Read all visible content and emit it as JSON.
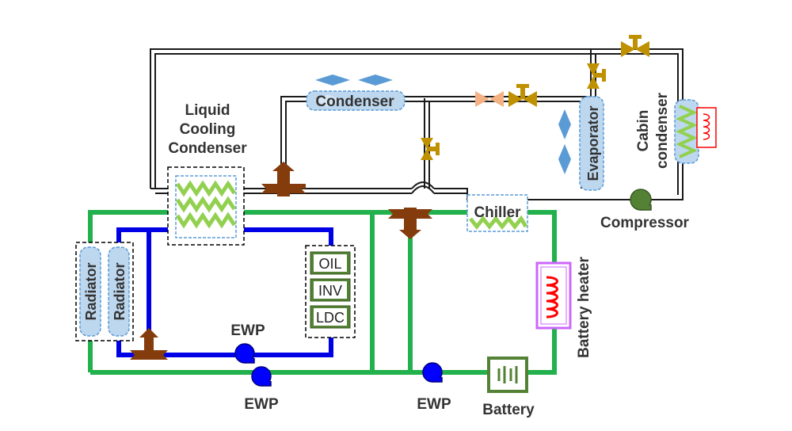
{
  "labels": {
    "liquid_cooling_condenser": [
      "Liquid",
      "Cooling",
      "Condenser"
    ],
    "condenser": "Condenser",
    "evaporator": "Evaporator",
    "cabin_condenser": [
      "Cabin",
      "condenser"
    ],
    "compressor": "Compressor",
    "chiller": "Chiller",
    "radiator_1": "Radiator",
    "radiator_2": "Radiator",
    "oil": "OIL",
    "inv": "INV",
    "ldc": "LDC",
    "ewp_top": "EWP",
    "ewp_bottom": "EWP",
    "ewp_right": "EWP",
    "battery": "Battery",
    "battery_heater": "Battery heater"
  },
  "colors": {
    "refrigerant": "#1a1a1a",
    "coolant_green": "#22b14c",
    "coolant_blue": "#0000e6",
    "zigzag": "#92d050",
    "box_fill": "#bdd7ee",
    "three_way_valve": "#843c0c",
    "expansion_valve": "#bf9000",
    "fan_blade": "#5b9bd5",
    "pump": "#0000ff",
    "compressor": "#548235",
    "heater_coil": "#ff0000",
    "component_green": "#548235"
  }
}
